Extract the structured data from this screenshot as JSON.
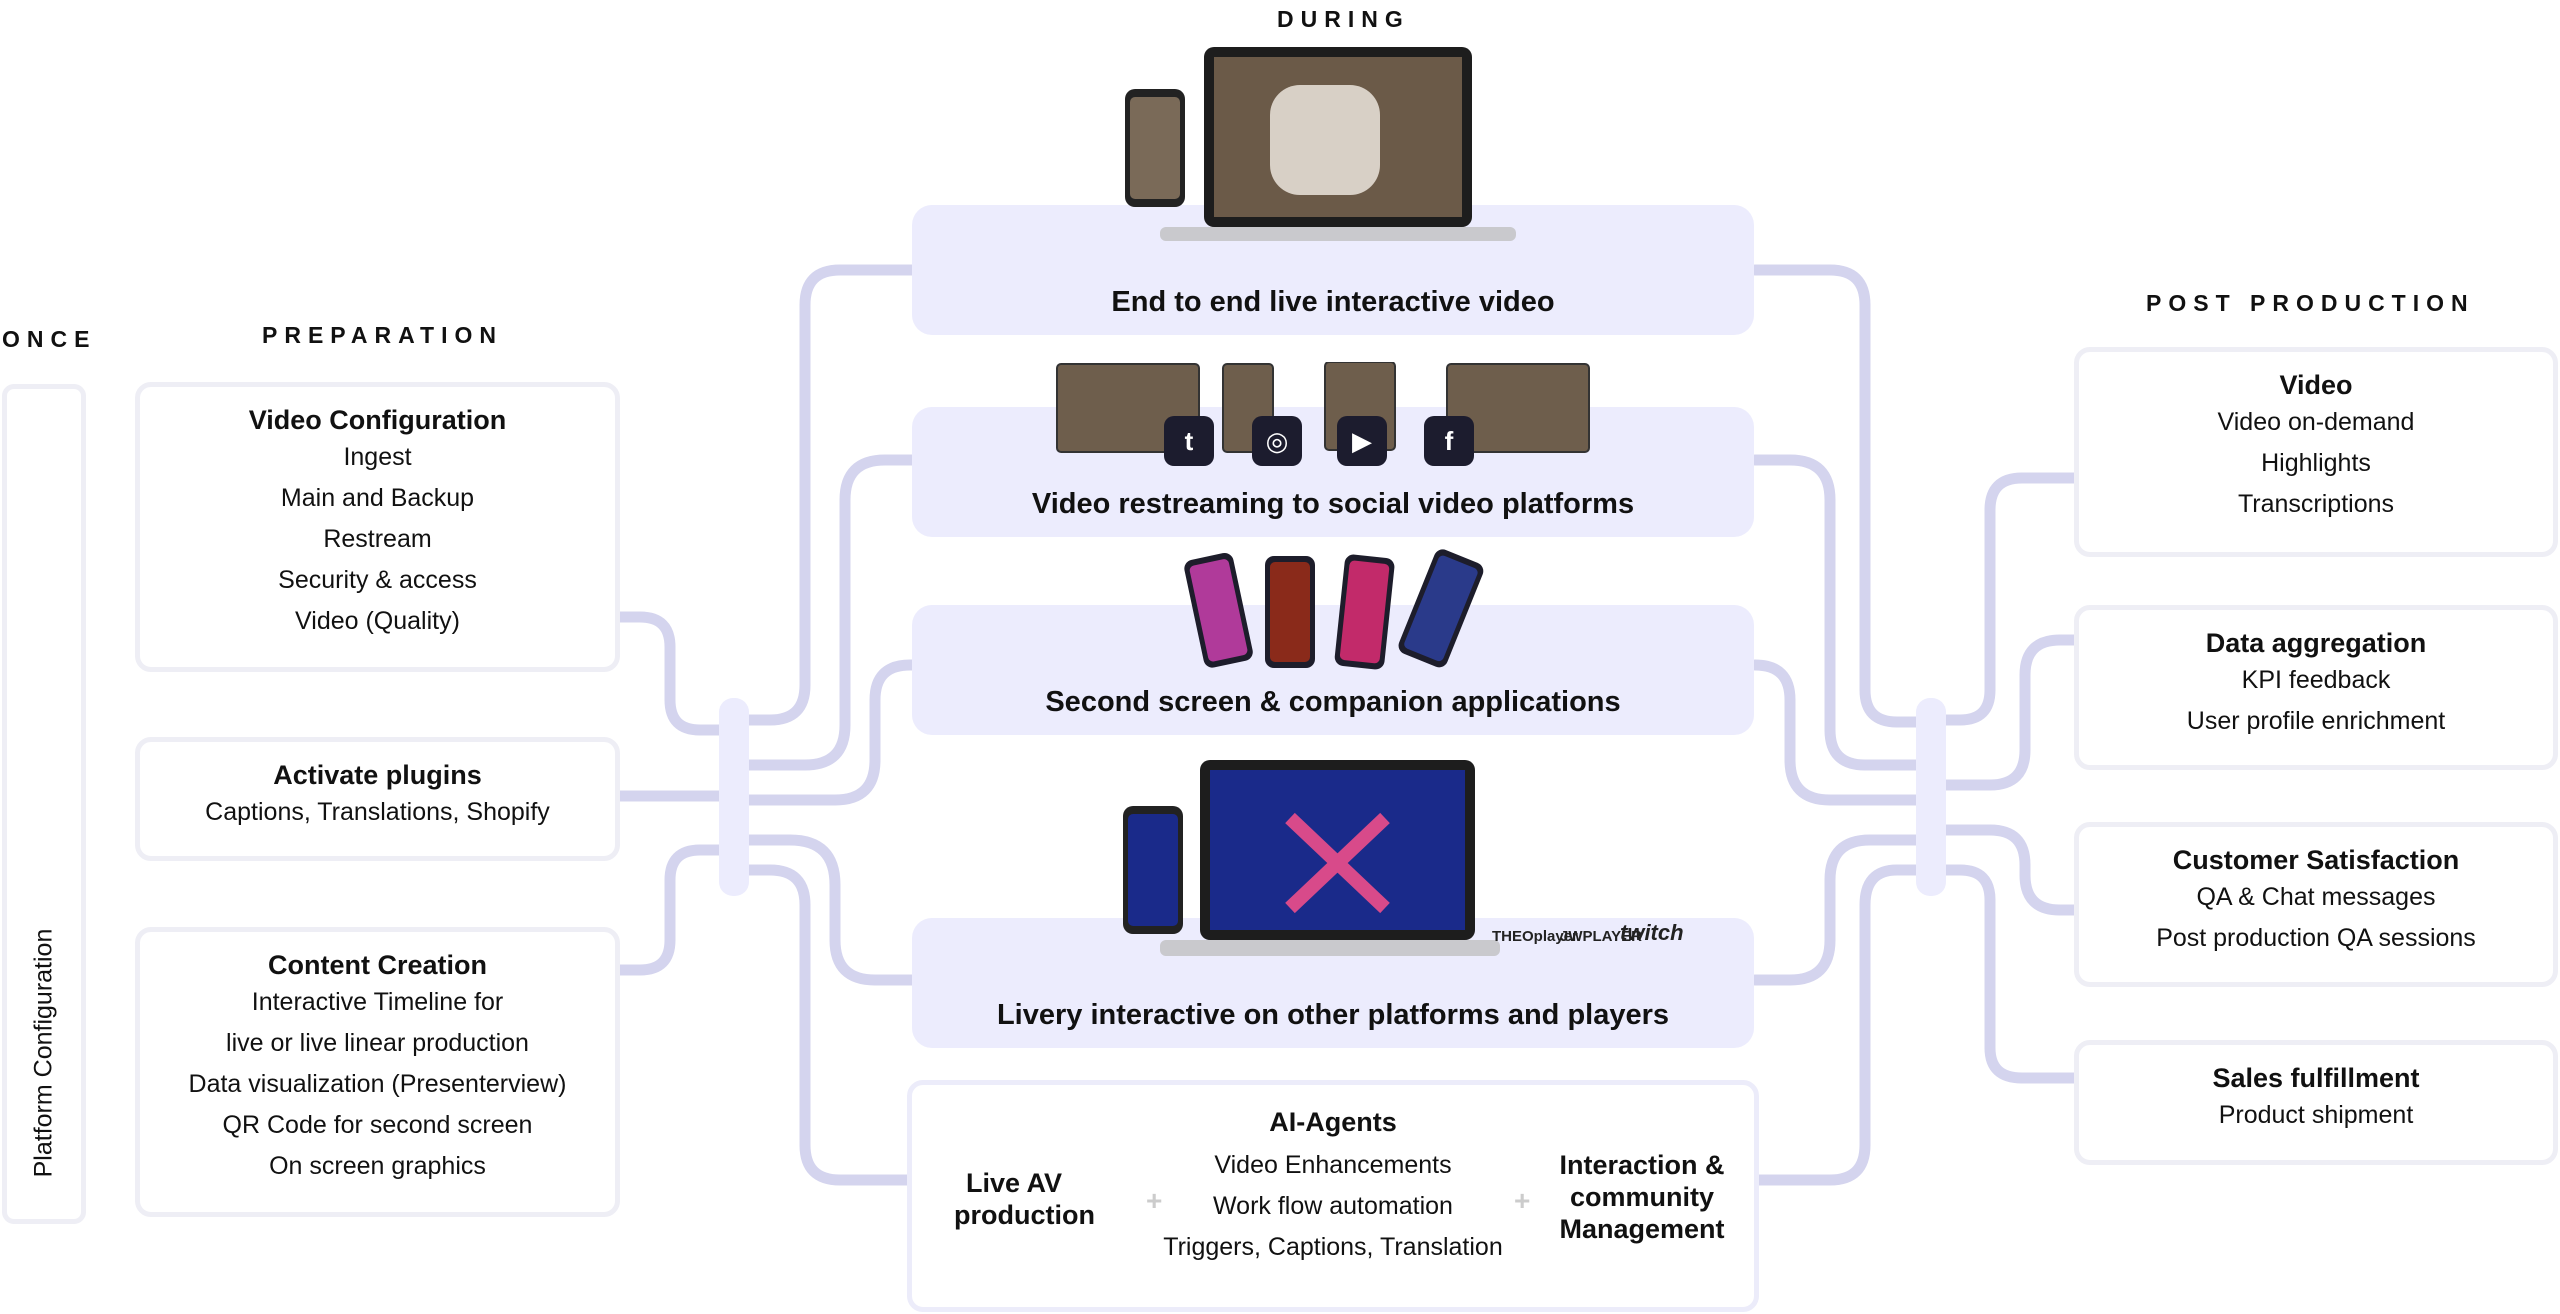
{
  "headings": {
    "once": "ONCE",
    "preparation": "PREPARATION",
    "during": "DURING",
    "post_production": "POST PRODUCTION"
  },
  "platform_configuration": "Platform Configuration",
  "preparation": {
    "video_configuration": {
      "title": "Video Configuration",
      "items": [
        "Ingest",
        "Main and Backup",
        "Restream",
        "Security & access",
        "Video (Quality)"
      ]
    },
    "activate_plugins": {
      "title": "Activate plugins",
      "items": [
        "Captions, Translations, Shopify"
      ]
    },
    "content_creation": {
      "title": "Content Creation",
      "items": [
        "Interactive Timeline for",
        "live or live linear production",
        "Data visualization (Presenterview)",
        "QR Code for second screen",
        "On screen graphics"
      ]
    }
  },
  "during": {
    "bands": [
      "End to end live interactive video",
      "Video restreaming to social video platforms",
      "Second screen & companion applications",
      "Livery interactive on other platforms and players"
    ],
    "player_logos": [
      "THEOplayer",
      "JWPLAYER",
      "twitch"
    ],
    "bottom": {
      "left": "Live AV production",
      "ai_title": "AI-Agents",
      "ai_items": [
        "Video Enhancements",
        "Work flow automation",
        "Triggers, Captions, Translation"
      ],
      "right": "Interaction & community Management",
      "plus": "+"
    }
  },
  "post_production": {
    "video": {
      "title": "Video",
      "items": [
        "Video on-demand",
        "Highlights",
        "Transcriptions"
      ]
    },
    "data_aggregation": {
      "title": "Data aggregation",
      "items": [
        "KPI feedback",
        "User profile enrichment"
      ]
    },
    "customer_satisfaction": {
      "title": "Customer Satisfaction",
      "items": [
        "QA & Chat messages",
        "Post production QA sessions"
      ]
    },
    "sales_fulfillment": {
      "title": "Sales fulfillment",
      "items": [
        "Product shipment"
      ]
    }
  },
  "colors": {
    "connector": "#d4d4ee",
    "band": "#ececfd",
    "box_border": "#eeeef5",
    "social_bg": "#1c1c2e"
  },
  "icons": [
    "twitch-icon",
    "instagram-icon",
    "youtube-icon",
    "facebook-icon"
  ]
}
